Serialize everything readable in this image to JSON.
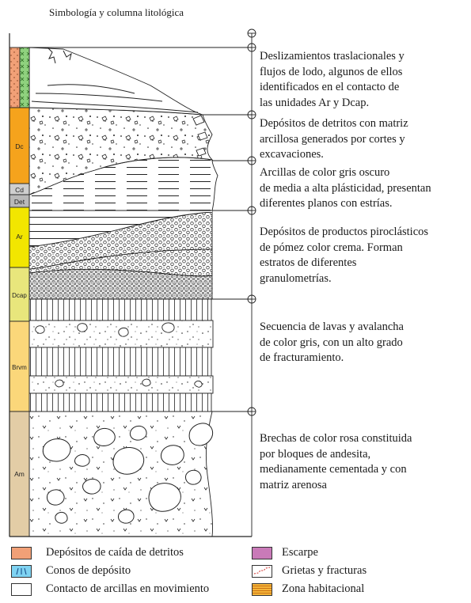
{
  "heading": "Simbología y columna litológica",
  "units": [
    {
      "label": "",
      "color": "#f1a077",
      "pattern": "talus"
    },
    {
      "label": "Dc",
      "color": "#f5a31c"
    },
    {
      "label": "Cd",
      "color": "#cfcfcf"
    },
    {
      "label": "Det",
      "color": "#b9b9b9"
    },
    {
      "label": "Ar",
      "color": "#f2e600"
    },
    {
      "label": "Dcap",
      "color": "#e8e67c"
    },
    {
      "label": "Brvm",
      "color": "#fbd77a"
    },
    {
      "label": "Am",
      "color": "#e3cda6"
    }
  ],
  "descriptions": [
    {
      "lines": [
        "Deslizamientos traslacionales y",
        "flujos de lodo, algunos de ellos",
        "identificados en el contacto de",
        "las unidades Ar y Dcap."
      ]
    },
    {
      "lines": [
        "Depósitos de detritos con matriz",
        "arcillosa generados por cortes y",
        "excavaciones."
      ]
    },
    {
      "lines": [
        "Arcillas de color gris oscuro",
        "de media a alta plásticidad, presentan",
        "diferentes planos con estrías."
      ]
    },
    {
      "lines": [
        "Depósitos de productos piroclásticos",
        "de pómez color crema. Forman",
        "estratos de diferentes",
        "granulometrías."
      ]
    },
    {
      "lines": [
        "Secuencia de lavas y avalancha",
        "de color gris, con un alto grado",
        "de fracturamiento."
      ]
    },
    {
      "lines": [
        "Brechas de color rosa constituida",
        "por bloques de andesita,",
        "medianamente cementada y con",
        "matriz arenosa"
      ]
    }
  ],
  "legend": [
    {
      "label": "Depósitos de caída de detritos",
      "color": "#f1a077",
      "icon": "talus-swatch"
    },
    {
      "label": "Conos de depósito",
      "color": "#7fd3f2",
      "icon": "cone-swatch"
    },
    {
      "label": "Contacto de arcillas en movimiento",
      "color": "#ffffff",
      "icon": "clay-contact-swatch"
    },
    {
      "label": "Escarpe",
      "color": "#c97ab8",
      "icon": "scarp-swatch"
    },
    {
      "label": "Grietas y fracturas",
      "color": "#ffffff",
      "icon": "crack-swatch"
    },
    {
      "label": "Zona habitacional",
      "color": "#f6b53a",
      "icon": "housing-swatch"
    }
  ]
}
